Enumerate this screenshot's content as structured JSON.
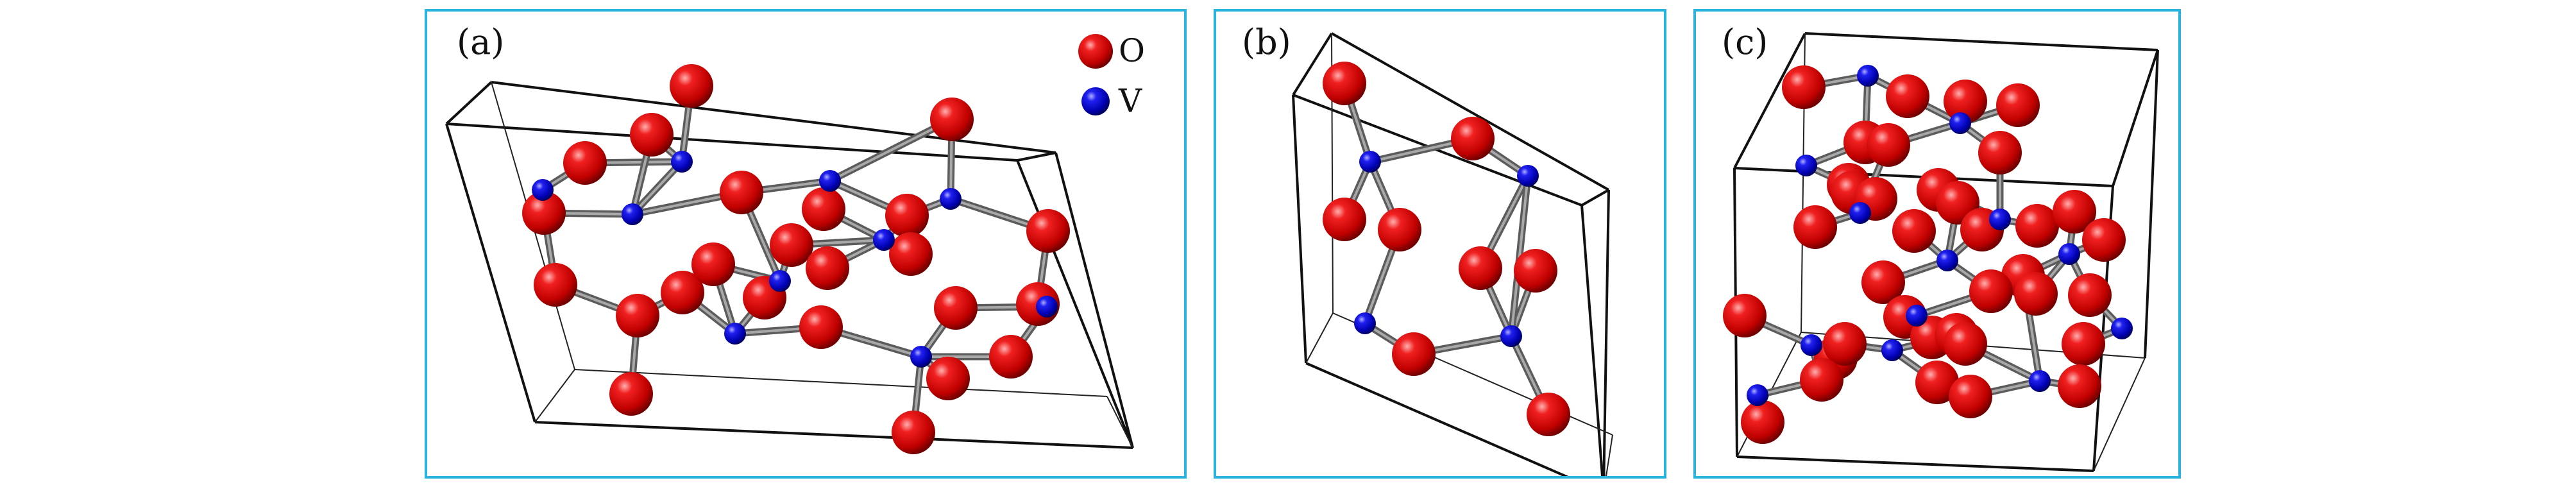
{
  "colors": {
    "frame": "#2bb3e0",
    "oxygen": "#e01010",
    "vanadium": "#1010d8",
    "bond": "#707070",
    "cell_edge": "#111111"
  },
  "legend": [
    {
      "label": "O",
      "color": "#e01010"
    },
    {
      "label": "V",
      "color": "#1010d8"
    }
  ],
  "panels": [
    {
      "label": "(a)"
    },
    {
      "label": "(b)"
    },
    {
      "label": "(c)"
    }
  ]
}
